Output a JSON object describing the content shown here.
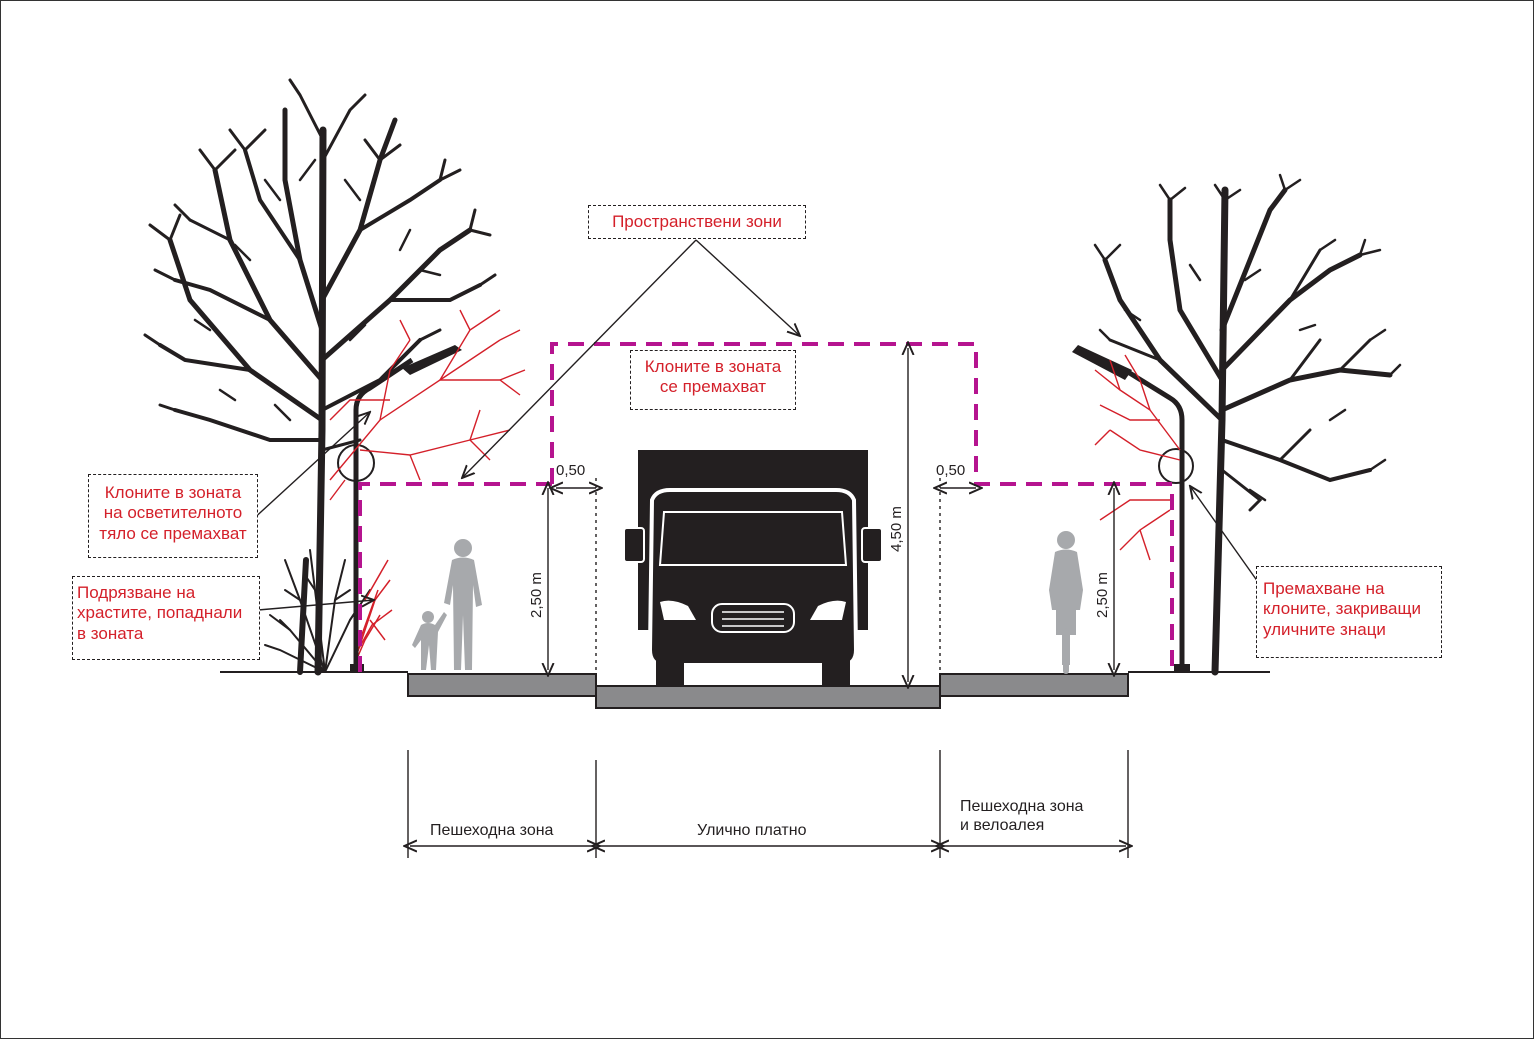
{
  "callouts": {
    "spatial_zones": "Пространствени зони",
    "branches_zone": [
      "Клоните в зоната",
      "се премахват"
    ],
    "lamp_branches": [
      "Клоните в зоната",
      "на осветителното",
      "тяло се премахват"
    ],
    "shrub_trim": [
      "Подрязване на",
      "храстите, попаднали",
      "в зоната"
    ],
    "sign_branches": [
      "Премахване на",
      "клоните, закриващи",
      "уличните знаци"
    ]
  },
  "dimensions": {
    "offset_left": "0,50",
    "offset_right": "0,50",
    "height_left": "2,50 m",
    "height_center": "4,50 m",
    "height_right": "2,50 m"
  },
  "zones": {
    "pedestrian": "Пешеходна зона",
    "roadway": "Улично платно",
    "pedestrian_bike": [
      "Пешеходна зона",
      "и велоалея"
    ]
  },
  "colors": {
    "accent_magenta": "#b5148f",
    "annotation_red": "#d4202a",
    "ink": "#231f20",
    "pavement_gray": "#8a8a8c",
    "figure_gray": "#a7a9ac"
  },
  "icons": [
    "tree-icon",
    "street-lamp-icon",
    "truck-icon",
    "pedestrian-icon",
    "child-icon",
    "cyclist-icon",
    "shrub-icon"
  ]
}
